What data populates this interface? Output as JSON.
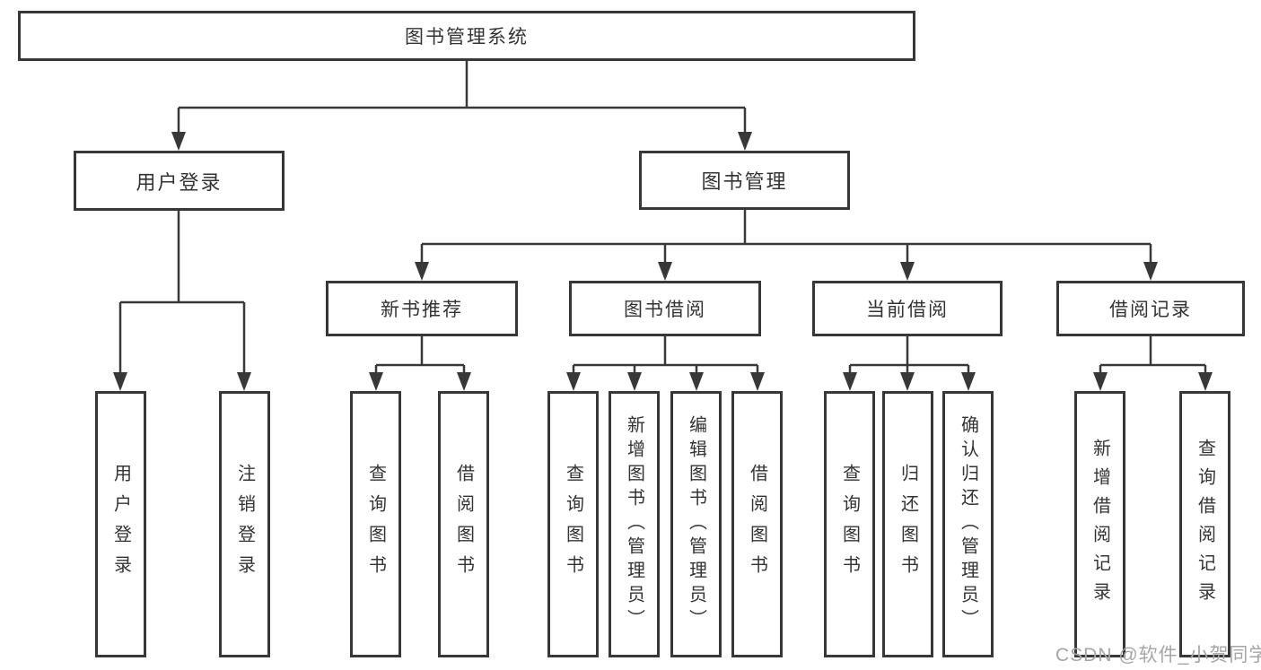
{
  "diagram": {
    "type": "hierarchy-tree",
    "tree": {
      "root": {
        "label": "图书管理系统",
        "children": [
          {
            "label": "用户登录",
            "children": [
              {
                "label": "用户登录"
              },
              {
                "label": "注销登录"
              }
            ]
          },
          {
            "label": "图书管理",
            "children": [
              {
                "label": "新书推荐",
                "children": [
                  {
                    "label": "查询图书"
                  },
                  {
                    "label": "借阅图书"
                  }
                ]
              },
              {
                "label": "图书借阅",
                "children": [
                  {
                    "label": "查询图书"
                  },
                  {
                    "label": "新增图书（管理员）"
                  },
                  {
                    "label": "编辑图书（管理员）"
                  },
                  {
                    "label": "借阅图书"
                  }
                ]
              },
              {
                "label": "当前借阅",
                "children": [
                  {
                    "label": "查询图书"
                  },
                  {
                    "label": "归还图书"
                  },
                  {
                    "label": "确认归还（管理员）"
                  }
                ]
              },
              {
                "label": "借阅记录",
                "children": [
                  {
                    "label": "新增借阅记录"
                  },
                  {
                    "label": "查询借阅记录"
                  }
                ]
              }
            ]
          }
        ]
      }
    },
    "colors": {
      "line": "#383838",
      "box_border": "#383838",
      "box_fill": "#ffffff",
      "text": "#333333",
      "background": "#ffffff",
      "watermark": "#a6a6a6"
    }
  },
  "watermark": {
    "text": "CSDN @软件_小贺同学"
  }
}
